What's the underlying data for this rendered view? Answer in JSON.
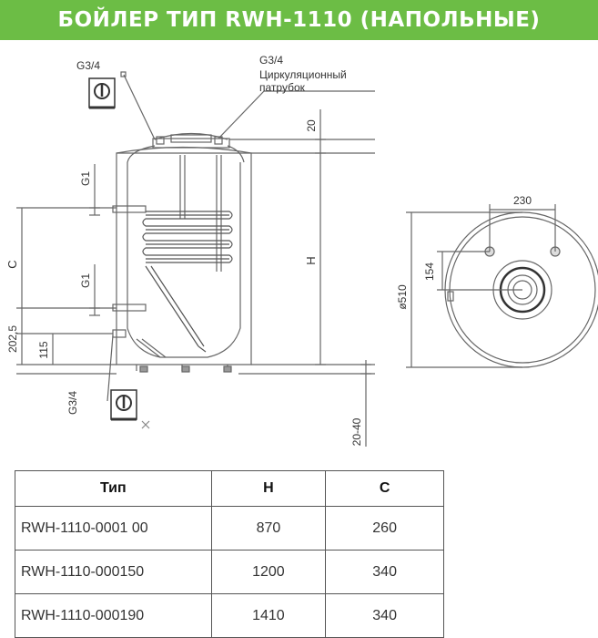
{
  "header": {
    "title": "БОЙЛЕР ТИП RWH-1110 (НАПОЛЬНЫЕ)"
  },
  "colors": {
    "banner": "#6cbd45",
    "line": "#555555"
  },
  "drawing": {
    "left_top_fitting": "G3/4",
    "right_top_fitting": "G3/4",
    "circulation_label_1": "Циркуляционный",
    "circulation_label_2": "патрубок",
    "dim_20": "20",
    "dim_g1_upper": "G1",
    "dim_c": "C",
    "dim_g1_lower": "G1",
    "dim_h": "H",
    "dim_202_5": "202,5",
    "dim_115": "115",
    "bottom_fitting": "G3/4",
    "dim_20_40": "20-40",
    "dim_230": "230",
    "dim_154": "154",
    "dim_d510": "ø510"
  },
  "table": {
    "headers": [
      "Тип",
      "H",
      "C"
    ],
    "rows": [
      [
        "RWH-1110-0001 00",
        "870",
        "260"
      ],
      [
        "RWH-1110-000150",
        "1200",
        "340"
      ],
      [
        "RWH-1110-000190",
        "1410",
        "340"
      ]
    ]
  }
}
